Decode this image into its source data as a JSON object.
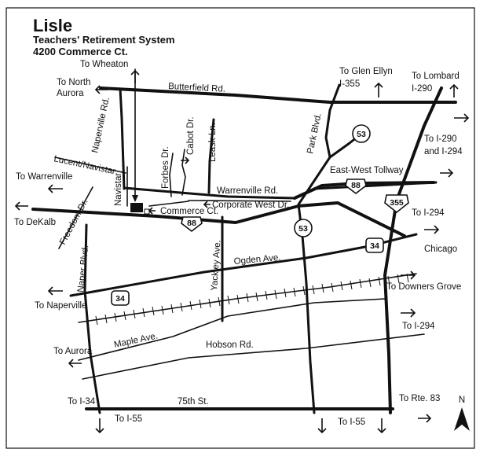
{
  "header": {
    "title": "Lisle",
    "org": "Teachers' Retirement System",
    "address": "4200 Commerce Ct."
  },
  "roads": {
    "butterfield": "Butterfield Rd.",
    "naperville_rd": "Naperville Rd.",
    "leask": "Leask Ln.",
    "cabot": "Cabot Dr.",
    "forbes": "Forbes Dr.",
    "lucent": "Lucent/Navistar",
    "navistar": "Navistar",
    "warrenville": "Warrenville Rd.",
    "commerce": "Commerce Ct.",
    "corporate_west": "Corporate West Dr.",
    "freedom": "Freedom Dr.",
    "park": "Park Blvd.",
    "ew_tollway": "East-West Tollway",
    "yackley": "Yackley Ave.",
    "ogden": "Ogden Ave.",
    "naper_blvd": "Naper Blvd.",
    "maple": "Maple Ave.",
    "hobson": "Hobson Rd.",
    "seventyfifth": "75th St."
  },
  "destinations": {
    "to_wheaton": "To Wheaton",
    "to_north_aurora_1": "To North",
    "to_north_aurora_2": "Aurora",
    "to_glen_ellyn": "To Glen Ellyn",
    "i355": "I-355",
    "to_lombard": "To Lombard",
    "i290": "I-290",
    "to_i290_1": "To I-290",
    "to_i290_2": "and I-294",
    "to_warrenville": "To Warrenville",
    "to_dekalb": "To DeKalb",
    "to_i294_a": "To I-294",
    "chicago": "Chicago",
    "to_naperville": "To Naperville",
    "to_downers_grove": "To Downers Grove",
    "to_i294_b": "To I-294",
    "to_aurora": "To Aurora",
    "to_i34": "To I-34",
    "to_rte83": "To Rte. 83",
    "to_i55_a": "To I-55",
    "to_i55_b": "To I-55"
  },
  "shields": {
    "s53_top": "53",
    "s88_top": "88",
    "s355": "355",
    "s88_mid": "88",
    "s53_mid": "53",
    "s34_right": "34",
    "s34_left": "34"
  },
  "compass": "N"
}
